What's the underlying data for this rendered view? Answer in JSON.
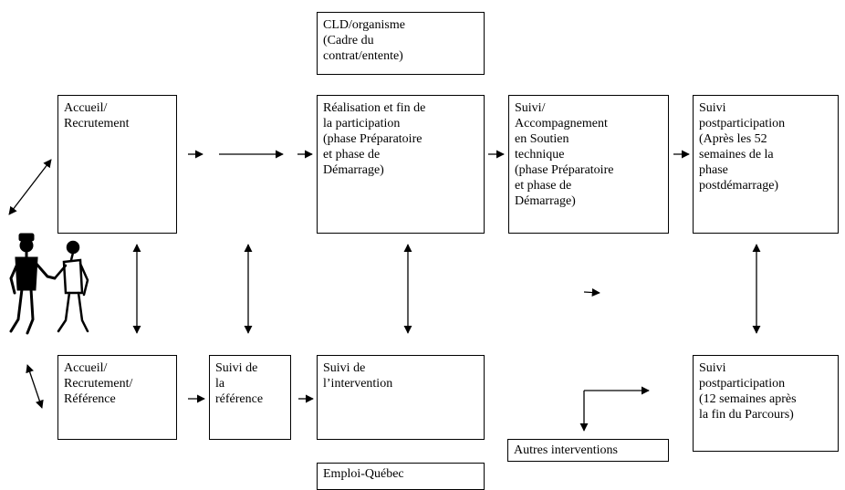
{
  "boxes": {
    "cld": "CLD/organisme\n(Cadre du\ncontrat/entente)",
    "accueil_recrutement": "Accueil/\nRecrutement",
    "realisation": "Réalisation et fin de\nla participation\n(phase Préparatoire\net phase de\nDémarrage)",
    "suivi_accompagnement": "Suivi/\nAccompagnement\nen Soutien\ntechnique\n(phase Préparatoire\net phase de\nDémarrage)",
    "suivi_post_52": "Suivi\npostparticipation\n(Après les 52\nsemaines de la\nphase\npostdémarrage)",
    "accueil_reference": "Accueil/\nRecrutement/\nRéférence",
    "suivi_reference": "Suivi de\nla\nréférence",
    "suivi_intervention": "Suivi de\nl’intervention",
    "suivi_post_12": "Suivi\npostparticipation\n(12 semaines après\nla fin du Parcours)",
    "autres_interventions": "Autres interventions",
    "emploi_quebec": "Emploi-Québec"
  },
  "colors": {
    "stroke": "#000000",
    "background": "#ffffff"
  },
  "icons": {
    "people": "handshake-figures-icon"
  }
}
